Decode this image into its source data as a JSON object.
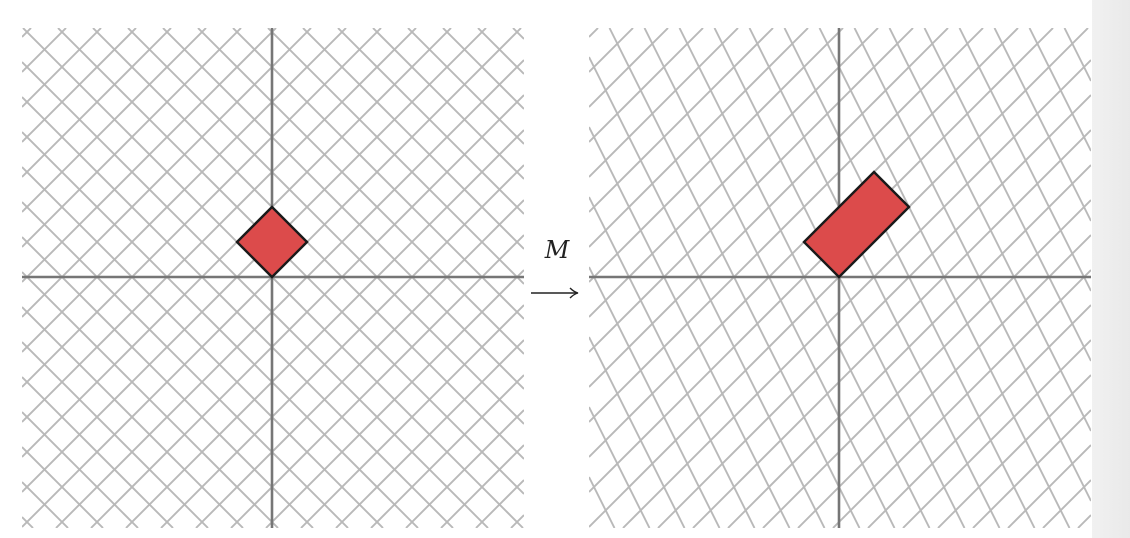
{
  "transformation": {
    "label": "M",
    "arrow_icon": "right-arrow-icon"
  },
  "figures": [
    {
      "id": "original",
      "description_role": "original-grid",
      "line_families": [
        [
          1,
          1
        ],
        [
          1,
          -1
        ]
      ],
      "shape_vertices": [
        [
          0,
          0
        ],
        [
          1,
          1
        ],
        [
          0,
          2
        ],
        [
          -1,
          1
        ]
      ],
      "shape_color": "#dc4b4b"
    },
    {
      "id": "transformed",
      "description_role": "transformed-grid",
      "line_families": [
        [
          1,
          1
        ],
        [
          1,
          -2
        ]
      ],
      "shape_vertices": [
        [
          0,
          0
        ],
        [
          2,
          2
        ],
        [
          1,
          3
        ],
        [
          -1,
          1
        ]
      ],
      "shape_color": "#dc4b4b"
    }
  ],
  "colors": {
    "grid_line": "#b9b9b9",
    "axis": "#767676",
    "shape_stroke": "#1a1a1a",
    "background": "#ffffff"
  }
}
